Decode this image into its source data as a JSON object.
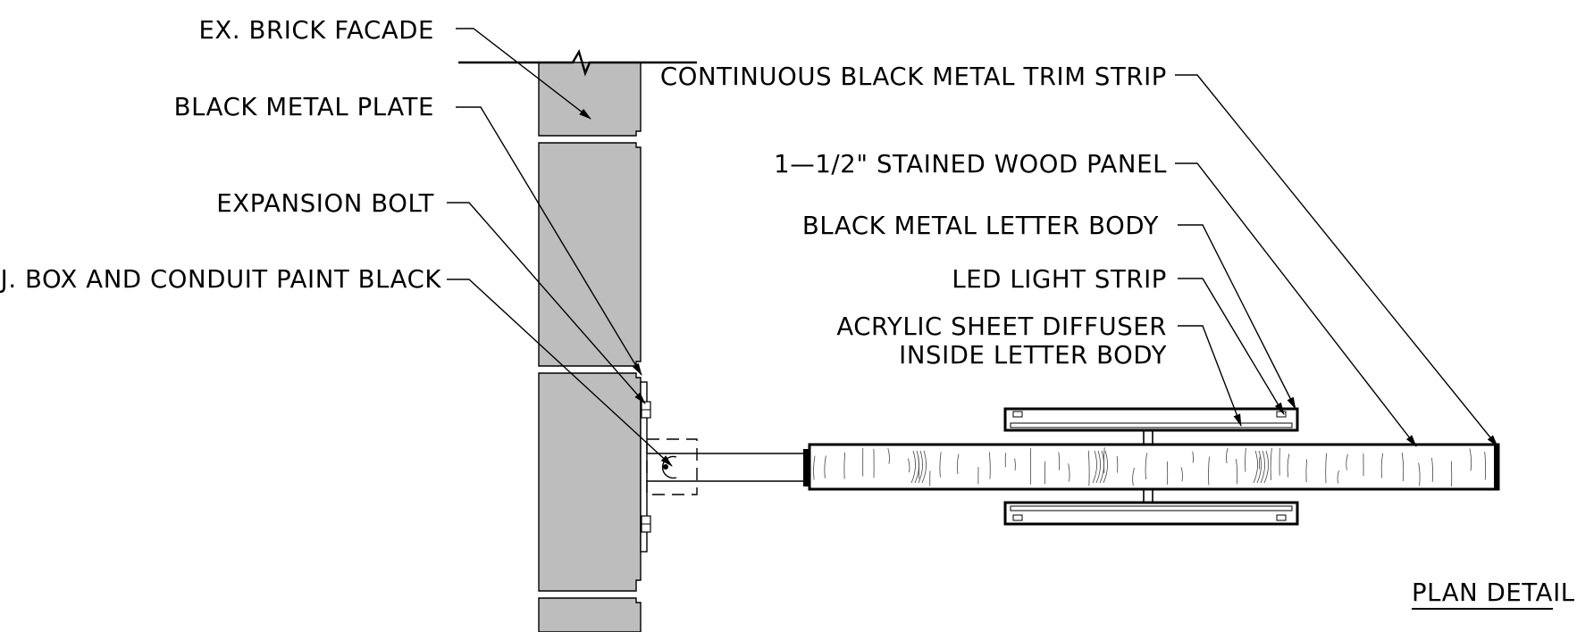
{
  "labels": {
    "brick_facade": "EX. BRICK FACADE",
    "metal_plate": "BLACK METAL PLATE",
    "expansion_bolt": "EXPANSION BOLT",
    "jbox": "EX. J. BOX AND CONDUIT PAINT BLACK",
    "trim_strip": "CONTINUOUS BLACK METAL TRIM STRIP",
    "wood_panel": "1—1/2\" STAINED WOOD PANEL",
    "letter_body": "BLACK METAL LETTER BODY",
    "led_strip": "LED LIGHT STRIP",
    "diffuser_line1": "ACRYLIC SHEET DIFFUSER",
    "diffuser_line2": "INSIDE LETTER BODY"
  },
  "title": "PLAN DETAIL",
  "colors": {
    "brick": "#bdbdbd",
    "ink": "#000000",
    "background": "#ffffff"
  }
}
